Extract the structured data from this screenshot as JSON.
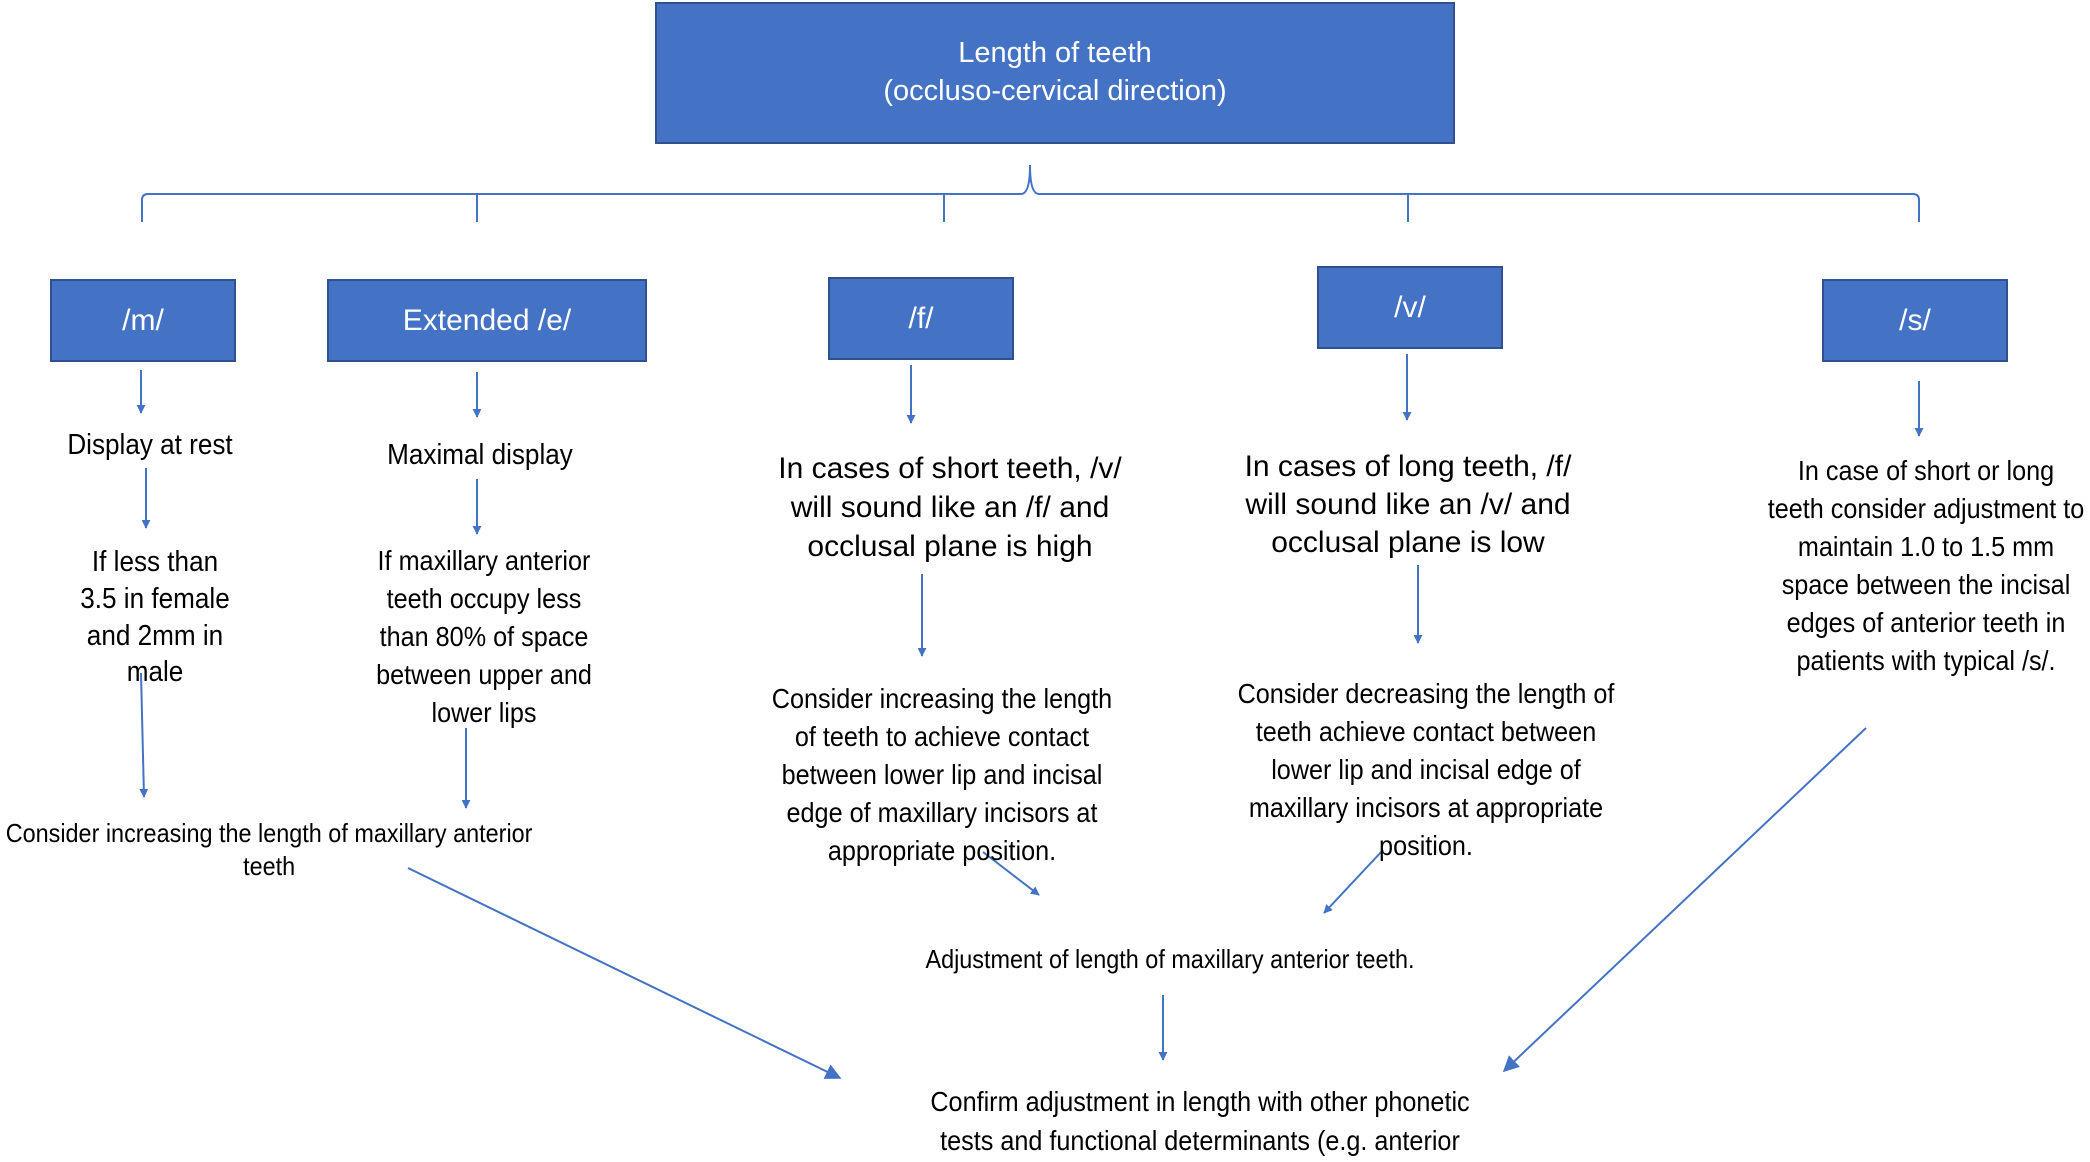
{
  "colors": {
    "box_fill": "#4472c4",
    "box_border": "#2f528f",
    "box_text": "#ffffff",
    "connector": "#4472c4",
    "text": "#000000"
  },
  "title": {
    "line1": "Length of teeth",
    "line2": "(occluso-cervical direction)"
  },
  "categories": {
    "m": "/m/",
    "e": "Extended /e/",
    "f": "/f/",
    "v": "/v/",
    "s": "/s/"
  },
  "steps": {
    "m_display": "Display at rest",
    "m_threshold": "If less than 3.5 in female and 2mm in male",
    "m_e_consider": "Consider increasing the length of maxillary anterior teeth",
    "e_display": "Maximal display",
    "e_threshold": "If maxillary anterior teeth occupy less than 80% of  space between upper and lower lips",
    "f_case": "In cases of short teeth, /v/ will sound like an /f/ and occlusal plane is high",
    "f_consider": "Consider increasing the length of teeth to achieve contact between lower lip and incisal edge of maxillary incisors at appropriate position.",
    "v_case": "In cases of long teeth, /f/ will sound like an /v/ and occlusal plane is low",
    "v_consider": "Consider decreasing the length of teeth achieve contact between lower lip and incisal edge of maxillary incisors at appropriate position.",
    "s_consider": "In case of short or long teeth consider adjustment to maintain 1.0 to 1.5 mm space between the incisal edges of anterior teeth in patients with typical /s/.",
    "adjustment": "Adjustment of length of maxillary anterior teeth.",
    "confirm": "Confirm adjustment in length with other phonetic tests and functional determinants (e.g. anterior guidance)"
  }
}
